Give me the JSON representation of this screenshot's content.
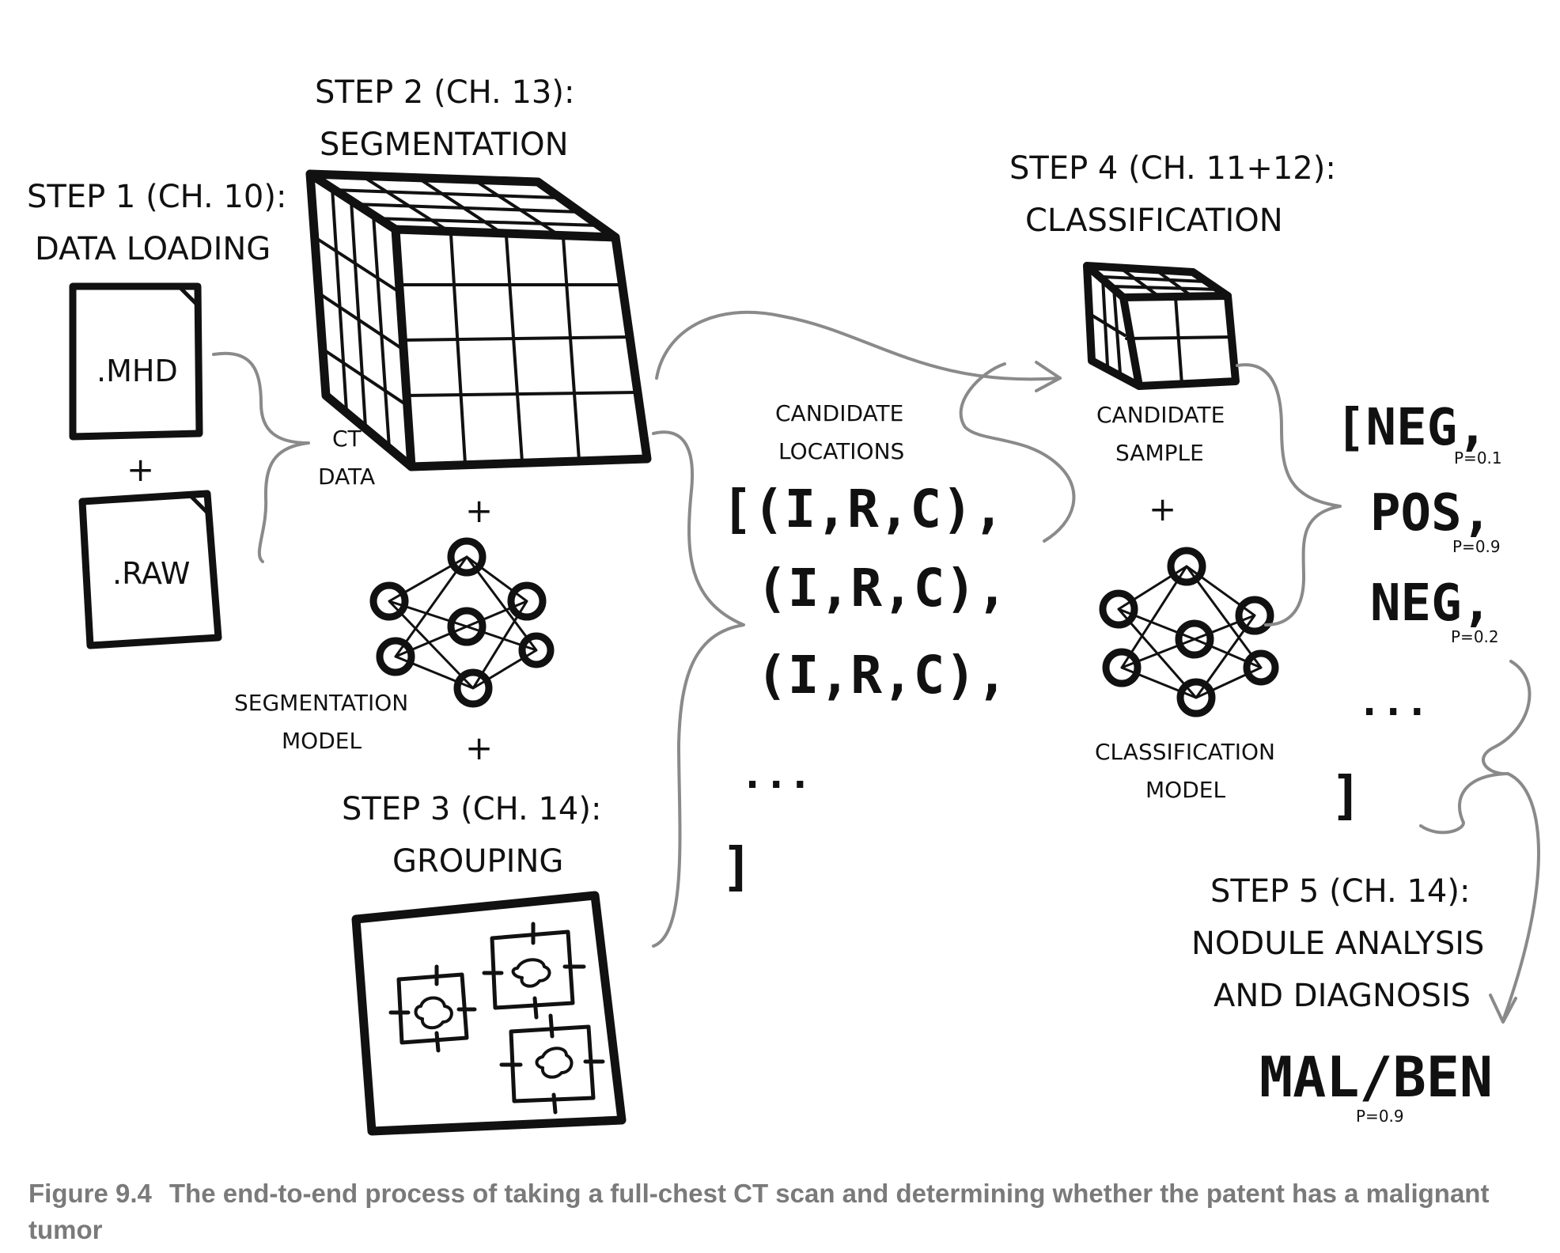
{
  "step1": {
    "title": "STEP 1 (CH. 10):",
    "subtitle": "DATA LOADING",
    "file1": ".MHD",
    "file2": ".RAW",
    "plus": "+"
  },
  "step2": {
    "title": "STEP 2 (CH. 13):",
    "subtitle": "SEGMENTATION",
    "ct_label_1": "CT",
    "ct_label_2": "DATA",
    "plus_1": "+",
    "model_1": "SEGMENTATION",
    "model_2": "MODEL",
    "plus_2": "+"
  },
  "step3": {
    "title": "STEP 3 (CH. 14):",
    "subtitle": "GROUPING"
  },
  "candidates": {
    "label_1": "CANDIDATE",
    "label_2": "LOCATIONS",
    "row_1": "[(I,R,C),",
    "row_2": "(I,R,C),",
    "row_3": "(I,R,C),",
    "ellipsis": "...",
    "close": "]"
  },
  "step4": {
    "title": "STEP 4 (CH. 11+12):",
    "subtitle": "CLASSIFICATION",
    "sample_1": "CANDIDATE",
    "sample_2": "SAMPLE",
    "plus": "+",
    "model_1": "CLASSIFICATION",
    "model_2": "MODEL"
  },
  "results": {
    "items": [
      {
        "label": "[NEG,",
        "prob": "P=0.1"
      },
      {
        "label": "POS,",
        "prob": "P=0.9"
      },
      {
        "label": "NEG,",
        "prob": "P=0.2"
      }
    ],
    "ellipsis": "...",
    "close": "]"
  },
  "step5": {
    "title": "STEP 5 (CH. 14):",
    "line_1": "NODULE ANALYSIS",
    "line_2": "AND DIAGNOSIS",
    "result": "MAL/BEN",
    "prob": "P=0.9"
  },
  "caption": {
    "number": "Figure 9.4",
    "text": "The end-to-end process of taking a full-chest CT scan and determining whether the patent has a malignant tumor"
  }
}
